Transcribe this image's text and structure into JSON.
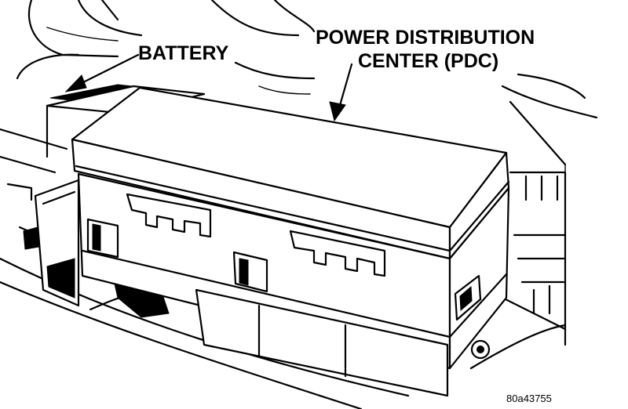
{
  "labels": {
    "battery": "BATTERY",
    "pdc_line1": "POWER DISTRIBUTION",
    "pdc_line2": "CENTER (PDC)"
  },
  "figure_id": "80a43755"
}
